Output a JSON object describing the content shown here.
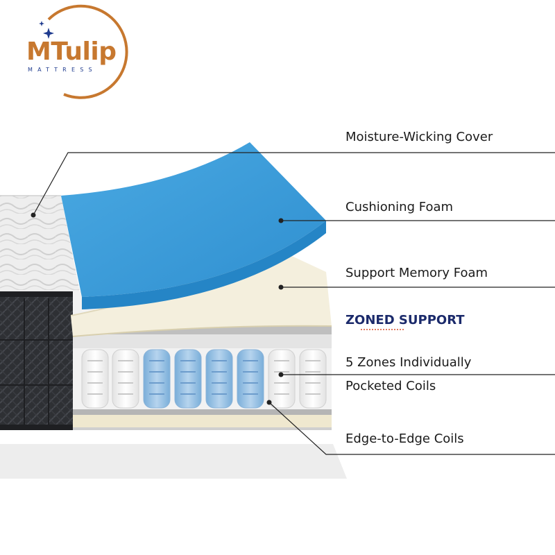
{
  "brand": {
    "name": "MTulip",
    "tagline": "MATTRESS",
    "colors": {
      "orange": "#c7782f",
      "navy": "#1f3b8f"
    }
  },
  "layers": {
    "cover": "Moisture-Wicking Cover",
    "cushioning": "Cushioning Foam",
    "memory": "Support Memory Foam",
    "zoned_heading": "ZONED SUPPORT",
    "coils_line1": "5 Zones Individually",
    "coils_line2": "Pocketed Coils",
    "edge": "Edge-to-Edge Coils"
  },
  "colors": {
    "blue_foam": "#3ea2de",
    "cream_foam": "#f4efdd",
    "cover_dark": "#2b2d31",
    "coil_blue": "#9cc4e6",
    "coil_white": "#f7f7f7"
  },
  "icons": [
    "sparkle-icon"
  ]
}
